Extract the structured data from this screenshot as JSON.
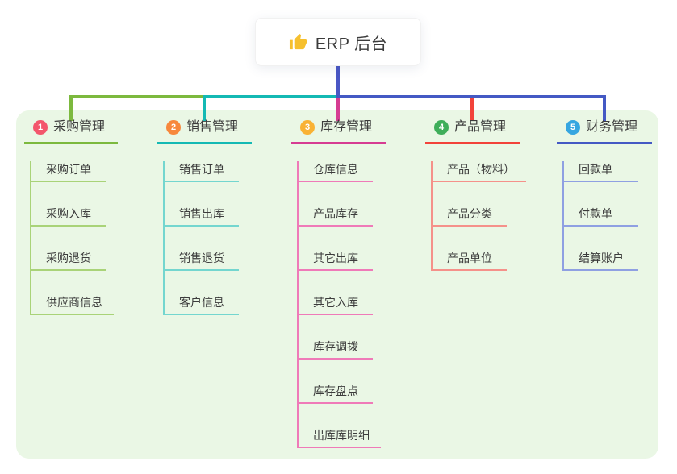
{
  "root": {
    "title": "ERP 后台",
    "icon": "thumbs-up-icon",
    "stem_color": "#4a57c5",
    "icon_color": "#f6c02e"
  },
  "branches": [
    {
      "num": "1",
      "title": "采购管理",
      "badge_color": "#f3566c",
      "line_color": "#7cb93e",
      "child_line_color": "#a9d378",
      "children": [
        "采购订单",
        "采购入库",
        "采购退货",
        "供应商信息"
      ]
    },
    {
      "num": "2",
      "title": "销售管理",
      "badge_color": "#f7883c",
      "line_color": "#14b9b4",
      "child_line_color": "#74d6cf",
      "children": [
        "销售订单",
        "销售出库",
        "销售退货",
        "客户信息"
      ]
    },
    {
      "num": "3",
      "title": "库存管理",
      "badge_color": "#f9b234",
      "line_color": "#d63c92",
      "child_line_color": "#ef7ab8",
      "children": [
        "仓库信息",
        "产品库存",
        "其它出库",
        "其它入库",
        "库存调拨",
        "库存盘点",
        "出库库明细"
      ]
    },
    {
      "num": "4",
      "title": "产品管理",
      "badge_color": "#3fae5a",
      "line_color": "#f2433a",
      "child_line_color": "#f5918a",
      "children": [
        "产品（物料）",
        "产品分类",
        "产品单位"
      ]
    },
    {
      "num": "5",
      "title": "财务管理",
      "badge_color": "#36a6e0",
      "line_color": "#4459c4",
      "child_line_color": "#8fa0e2",
      "children": [
        "回款单",
        "付款单",
        "结算账户"
      ]
    }
  ],
  "colors": {
    "page_bg": "#ffffff",
    "panel_bg": "#eaf7e5",
    "text": "#3c3c3c",
    "card_bg": "#ffffff"
  }
}
